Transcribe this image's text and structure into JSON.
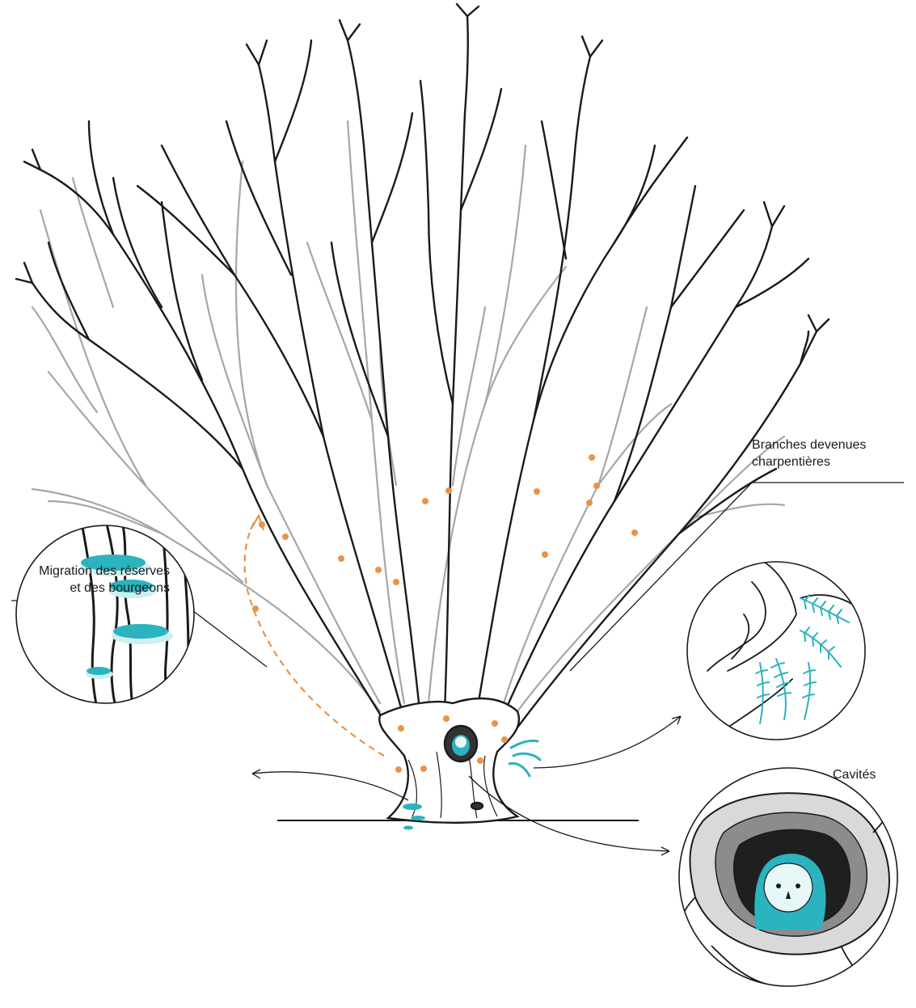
{
  "labels": {
    "branches": {
      "line1": "Branches devenues",
      "line2": "charpentières"
    },
    "migration": {
      "line1": "Migration des réserves",
      "line2": "et des bourgeons"
    },
    "cavities": "Cavités"
  },
  "colors": {
    "ink": "#1a1a1a",
    "grey_branches": "#a6a6a6",
    "accent_teal": "#2bb3bf",
    "reserve_orange": "#e8934a",
    "cavity_grey": "#8c8c8c"
  },
  "icons": {
    "owl": "owl-icon",
    "fungus": "bracket-fungus-icon",
    "fern": "fern-sprout-icon",
    "reserve_dot": "reserve-dot-icon"
  }
}
